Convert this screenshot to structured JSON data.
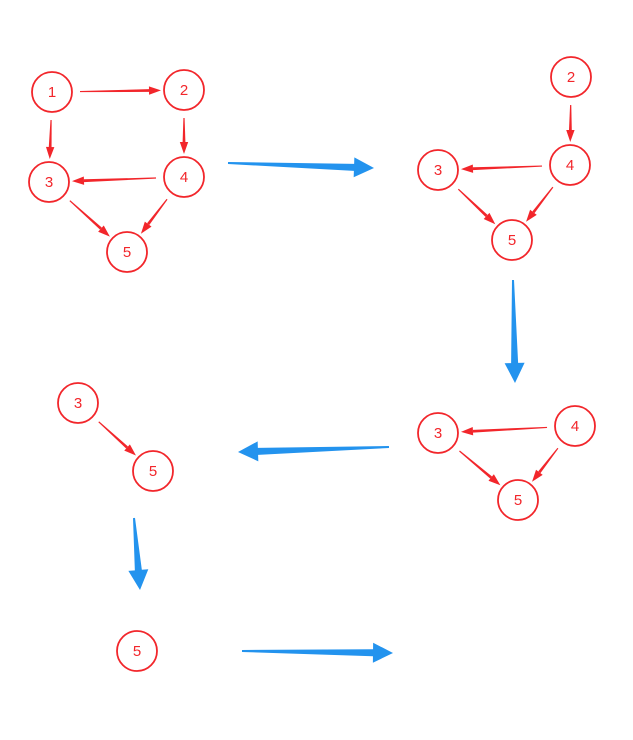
{
  "colors": {
    "node": "#f2262b",
    "edge": "#f2262b",
    "step_arrow": "#2393ee",
    "background": "#ffffff"
  },
  "panels": [
    {
      "id": "a",
      "nodes": [
        "1",
        "2",
        "3",
        "4",
        "5"
      ],
      "edges": [
        [
          "1",
          "2"
        ],
        [
          "1",
          "3"
        ],
        [
          "2",
          "4"
        ],
        [
          "4",
          "3"
        ],
        [
          "3",
          "5"
        ],
        [
          "4",
          "5"
        ]
      ]
    },
    {
      "id": "b",
      "nodes": [
        "2",
        "3",
        "4",
        "5"
      ],
      "edges": [
        [
          "2",
          "4"
        ],
        [
          "4",
          "3"
        ],
        [
          "3",
          "5"
        ],
        [
          "4",
          "5"
        ]
      ]
    },
    {
      "id": "c",
      "nodes": [
        "3",
        "4",
        "5"
      ],
      "edges": [
        [
          "4",
          "3"
        ],
        [
          "3",
          "5"
        ],
        [
          "4",
          "5"
        ]
      ]
    },
    {
      "id": "d",
      "nodes": [
        "3",
        "5"
      ],
      "edges": [
        [
          "3",
          "5"
        ]
      ]
    },
    {
      "id": "e",
      "nodes": [
        "5"
      ],
      "edges": []
    }
  ],
  "step_arrows": [
    {
      "from": "a",
      "to": "b",
      "icon": "arrow-right-icon"
    },
    {
      "from": "b",
      "to": "c",
      "icon": "arrow-down-icon"
    },
    {
      "from": "c",
      "to": "d",
      "icon": "arrow-left-icon"
    },
    {
      "from": "d",
      "to": "e",
      "icon": "arrow-down-icon"
    },
    {
      "from": "e",
      "to": "end",
      "icon": "arrow-right-icon"
    }
  ]
}
